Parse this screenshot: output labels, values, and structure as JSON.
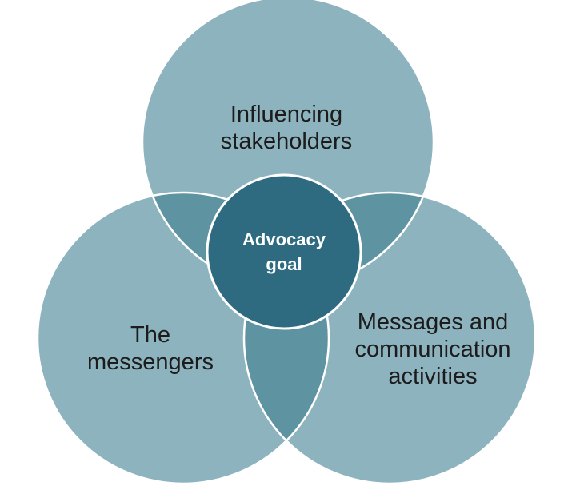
{
  "diagram": {
    "circles": {
      "top": {
        "lines": [
          "Influencing",
          "stakeholders"
        ]
      },
      "left": {
        "lines": [
          "The",
          "messengers"
        ]
      },
      "right": {
        "lines": [
          "Messages and",
          "communication",
          "activities"
        ]
      }
    },
    "center": {
      "lines": [
        "Advocacy",
        "goal"
      ]
    }
  },
  "colors": {
    "circle_fill": "#8db3bf",
    "overlap_fill": "#5e93a2",
    "center_fill": "#2e6b81",
    "outline": "#ffffff",
    "label_text": "#1c1c1c",
    "center_text": "#ffffff"
  }
}
